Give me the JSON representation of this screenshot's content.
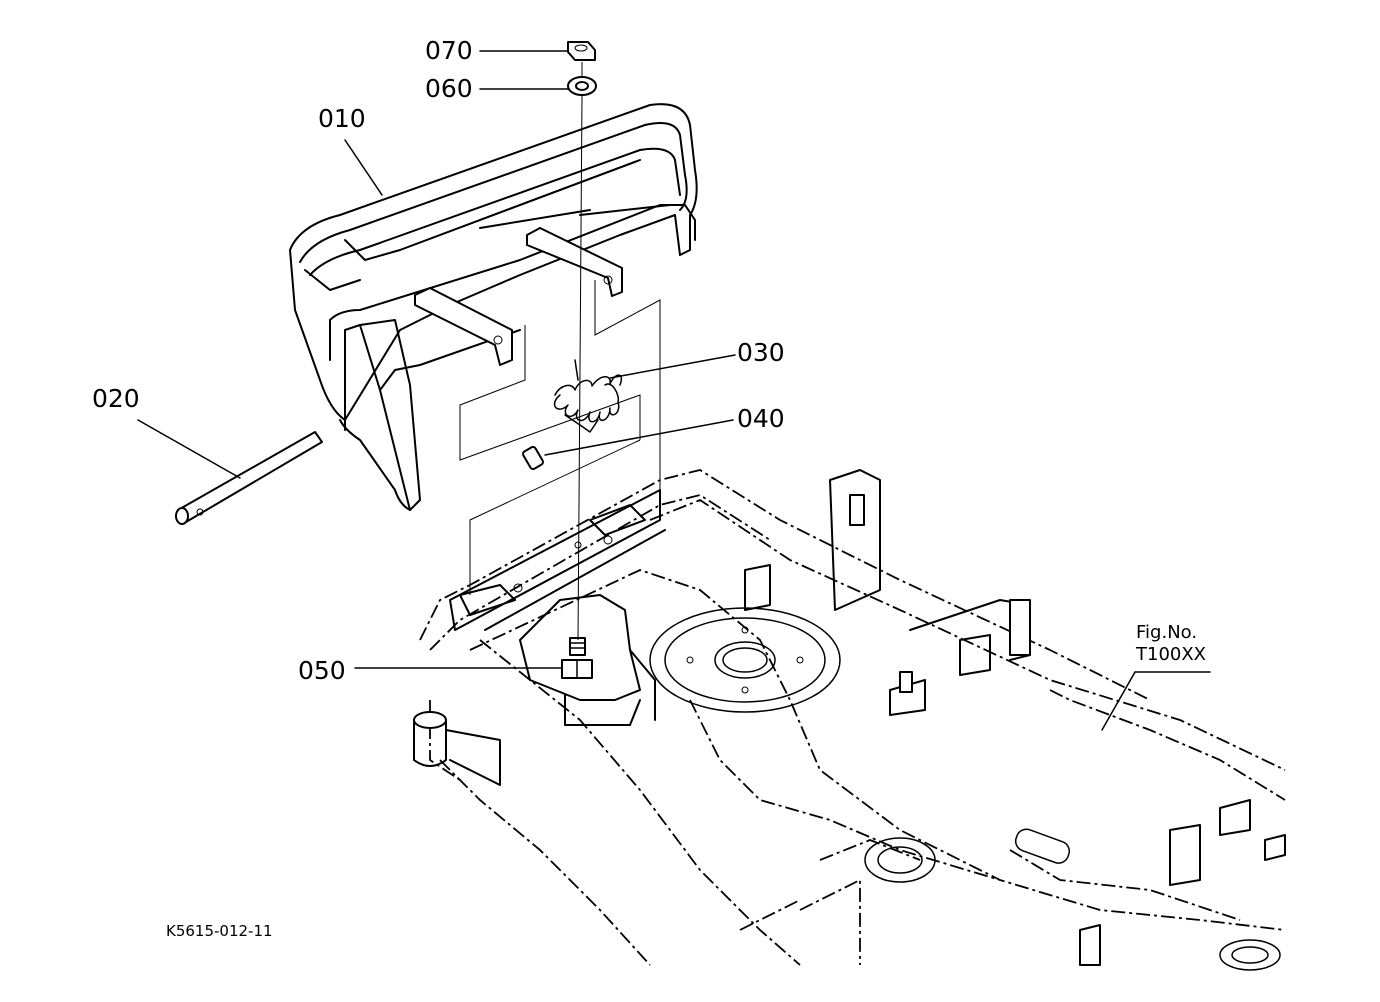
{
  "callouts": [
    {
      "id": "070",
      "label": "070"
    },
    {
      "id": "060",
      "label": "060"
    },
    {
      "id": "010",
      "label": "010"
    },
    {
      "id": "030",
      "label": "030"
    },
    {
      "id": "020",
      "label": "020"
    },
    {
      "id": "040",
      "label": "040"
    },
    {
      "id": "050",
      "label": "050"
    }
  ],
  "figure": {
    "line1": "Fig.No.",
    "line2": "T100XX"
  },
  "drawing_code": "K5615-012-11"
}
